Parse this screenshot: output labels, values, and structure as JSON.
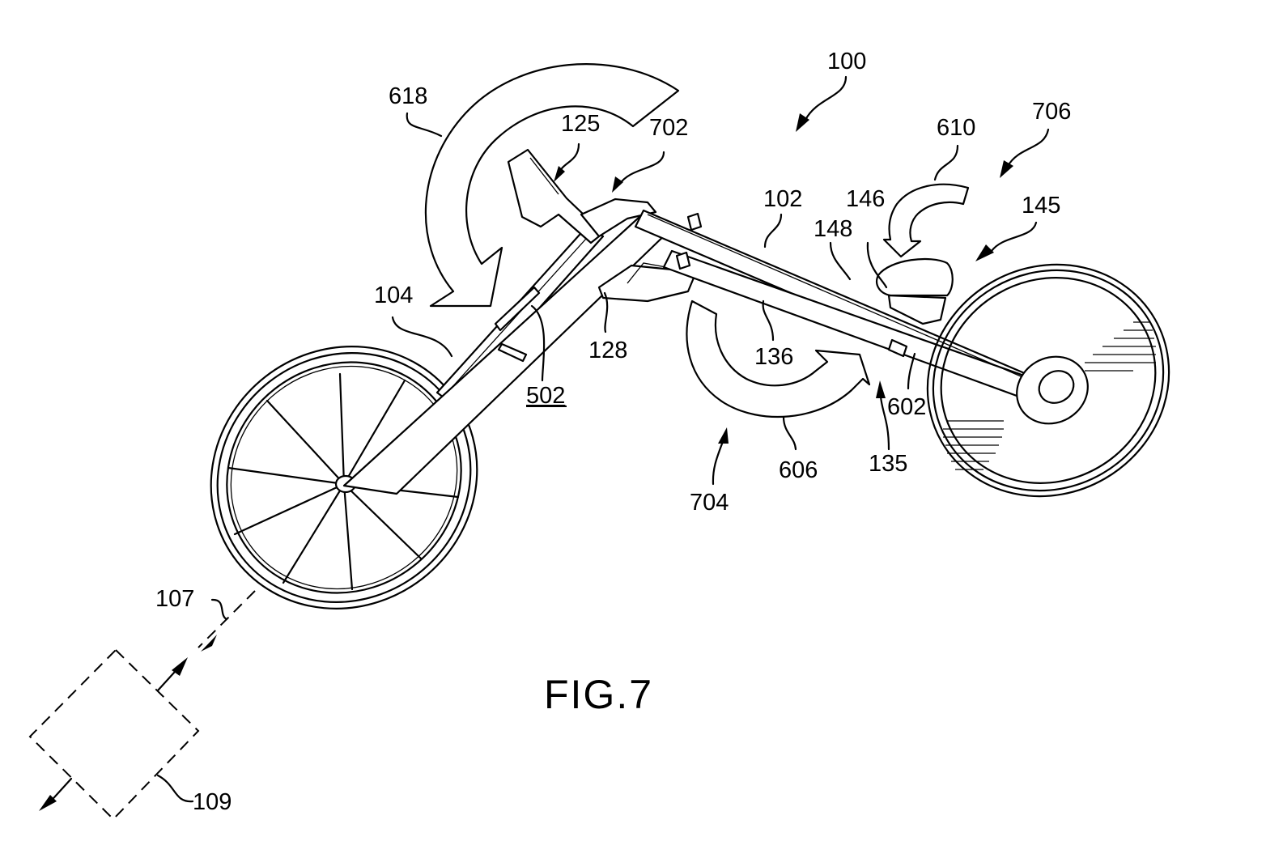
{
  "figure": {
    "caption": "FIG.7",
    "subject": "handcycle / recumbent cycle with rotation indicators",
    "reference_numerals": {
      "device": "100",
      "main_frame": "102",
      "front_fork": "104",
      "signal_path": "107",
      "external_unit": "109",
      "handle_grip": "125",
      "lower_bracket": "128",
      "rear_assembly": "135",
      "lower_frame_tube": "136",
      "rear_wheel_region": "145",
      "seat": "146",
      "seat_post": "148",
      "steering_tube": "502",
      "rear_clamp": "602",
      "lower_rotation_arrow": "606",
      "seat_rotation_arrow": "610",
      "steering_rotation_arrow": "618",
      "front_region": "702",
      "lower_region": "704",
      "rear_region": "706"
    }
  }
}
